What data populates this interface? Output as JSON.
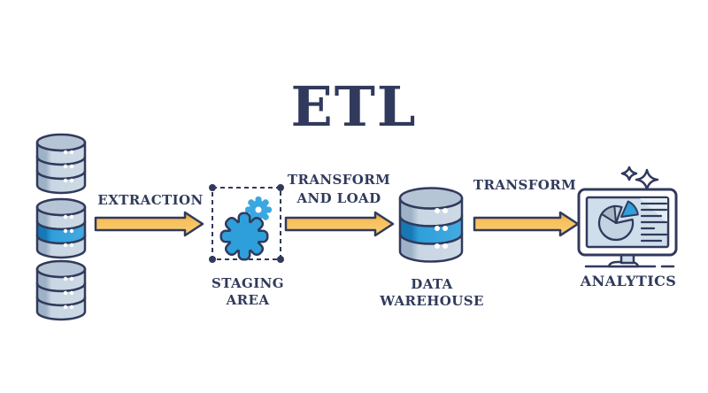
{
  "title": "ETL",
  "labels": {
    "extraction": "EXTRACTION",
    "staging_line1": "STAGING",
    "staging_line2": "AREA",
    "transform_load_line1": "TRANSFORM",
    "transform_load_line2": "AND LOAD",
    "warehouse_line1": "DATA",
    "warehouse_line2": "WAREHOUSE",
    "transform": "TRANSFORM",
    "analytics": "ANALYTICS"
  },
  "icons": {
    "source": "database-stack-icon",
    "staging": "gears-icon",
    "warehouse": "database-icon",
    "analytics": "monitor-pie-chart-icon",
    "flow": "arrow-right-icon",
    "decor": "sparkle-icon"
  },
  "colors": {
    "outline_navy": "#313a5c",
    "accent_blue": "#2e9fdb",
    "accent_blue_dark": "#1878b6",
    "db_band_light": "#c9d6e3",
    "db_band_shadow": "#9db2c7",
    "db_ellipse": "#b5c5d6",
    "arrow_yellow": "#f8c462",
    "arrow_orange": "#ec9f3e",
    "screen_blue": "#cfdeeb",
    "screen_shine": "#e4eef5",
    "pie_body": "#c3d3e1",
    "pie_gray_slice": "#a9b8c6",
    "background": "#ffffff"
  }
}
